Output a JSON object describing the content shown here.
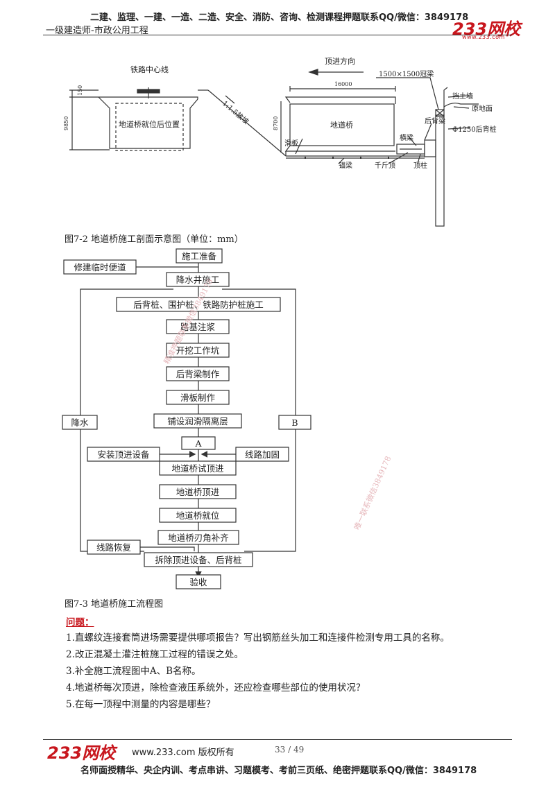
{
  "header": {
    "line1": "二建、监理、一建、一造、二造、安全、消防、咨询、检测课程押题联系QQ/微信：3849178",
    "line2": "一级建造师-市政公用工程",
    "logo": "233网校",
    "logo_url": "www.233.com"
  },
  "figure_7_2": {
    "caption": "图7-2 地道桥施工剖面示意图（单位：mm）",
    "labels": {
      "rail_center": "铁路中心线",
      "position_text": "地道桥就位后位置",
      "dim_150": "150",
      "dim_9850": "9850",
      "slope": "1:1.5放坡",
      "push_dir": "顶进方向",
      "dim_16000": "16000",
      "crown_beam": "1500×1500冠梁",
      "retaining": "挡土墙",
      "ground": "原地面",
      "back_beam": "后背梁",
      "back_pile": "Φ1250后背桩",
      "bridge": "地道桥",
      "dim_8700": "8700",
      "slide_plate": "滑板",
      "cross_beam": "横梁",
      "anchor_beam": "锚梁",
      "jack": "千斤顶",
      "top_column": "顶柱"
    }
  },
  "figure_7_3": {
    "caption": "图7-3 地道桥施工流程图",
    "steps": {
      "s1": "施工准备",
      "s0": "修建临时便道",
      "s2": "降水井施工",
      "s3": "后背桩、围护桩、铁路防护桩施工",
      "s4": "路基注浆",
      "s5": "开挖工作坑",
      "s6": "后背梁制作",
      "s7": "滑板制作",
      "s8": "铺设润滑隔离层",
      "s9": "A",
      "s10": "地道桥试顶进",
      "s11": "地道桥顶进",
      "s12": "地道桥就位",
      "s13": "地道桥刃角补齐",
      "s14": "拆除顶进设备、后背桩",
      "s15": "验收",
      "left_dewater": "降水",
      "right_b": "B",
      "install": "安装顶进设备",
      "reinforce": "线路加固",
      "restore": "线路恢复"
    }
  },
  "questions": {
    "title": "问题：",
    "items": [
      "1.直螺纹连接套筒进场需要提供哪项报告？写出钢筋丝头加工和连接件检测专用工具的名称。",
      "2.改正混凝土灌注桩施工过程的错误之处。",
      "3.补全施工流程图中A、B名称。",
      "4.地道桥每次顶进，除检查液压系统外，还应检查哪些部位的使用状况？",
      "5.在每一顶程中测量的内容是哪些？"
    ]
  },
  "watermarks": {
    "wm1": "精准押题联系微信3849178",
    "wm2": "唯一联系微信3849178"
  },
  "footer": {
    "logo": "233网校",
    "site": "www.233.com 版权所有",
    "page": "33 / 49",
    "bottom": "名师面授精华、央企内训、考点串讲、习题模考、考前三页纸、绝密押题联系QQ/微信：3849178"
  },
  "colors": {
    "brand_red": "#c8161d",
    "line": "#333333",
    "watermark": "#e6b7bb"
  }
}
